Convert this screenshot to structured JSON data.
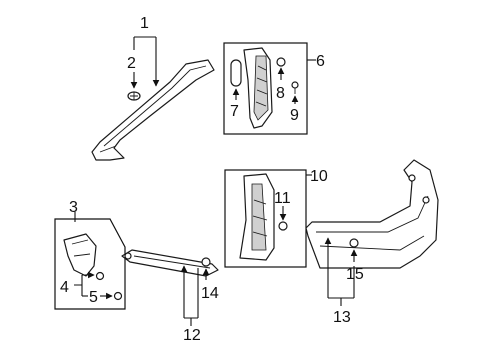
{
  "callouts": {
    "c1": "1",
    "c2": "2",
    "c3": "3",
    "c4": "4",
    "c5": "5",
    "c6": "6",
    "c7": "7",
    "c8": "8",
    "c9": "9",
    "c10": "10",
    "c11": "11",
    "c12": "12",
    "c13": "13",
    "c14": "14",
    "c15": "15"
  },
  "colors": {
    "line": "#1a1a1a",
    "shade": "#d0d0d0",
    "background": "#ffffff"
  }
}
